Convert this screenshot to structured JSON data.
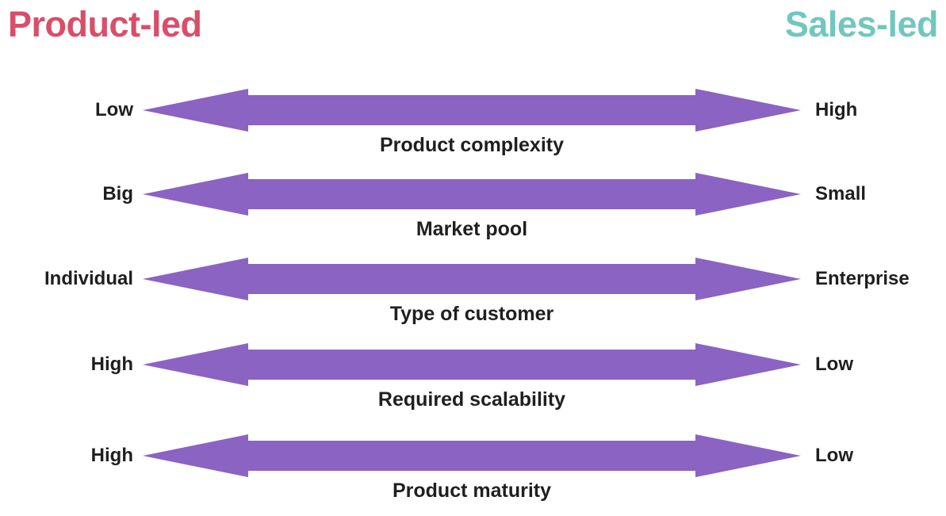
{
  "header": {
    "left_title": "Product-led",
    "right_title": "Sales-led",
    "left_color": "#d94e6a",
    "right_color": "#72c7bd"
  },
  "arrow_color": "#8b63c2",
  "text_color": "#1f1f1f",
  "rows": [
    {
      "left": "Low",
      "right": "High",
      "label": "Product complexity"
    },
    {
      "left": "Big",
      "right": "Small",
      "label": "Market pool"
    },
    {
      "left": "Individual",
      "right": "Enterprise",
      "label": "Type of customer"
    },
    {
      "left": "High",
      "right": "Low",
      "label": "Required scalability"
    },
    {
      "left": "High",
      "right": "Low",
      "label": "Product maturity"
    }
  ]
}
